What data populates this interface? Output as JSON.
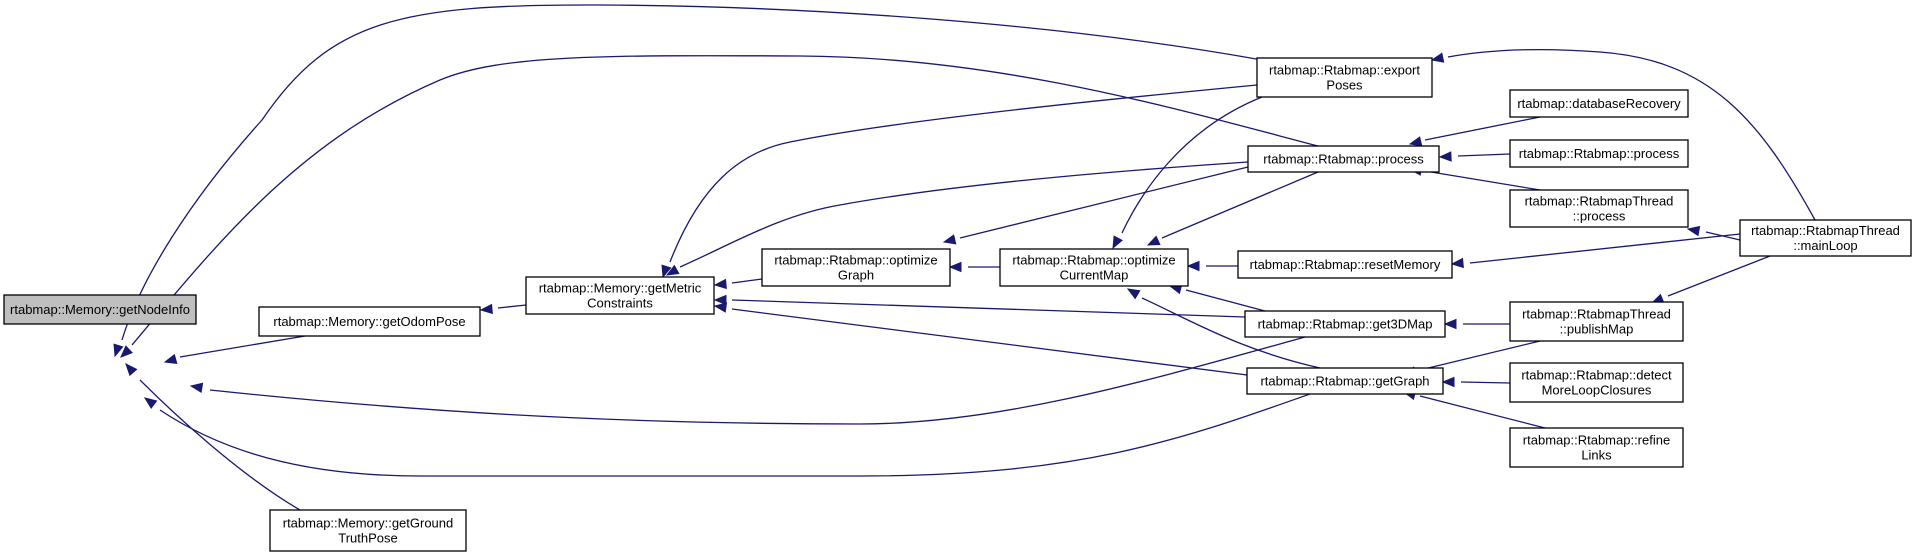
{
  "graph": {
    "title": "",
    "colors": {
      "edge": "#191970",
      "node_border": "#000000",
      "node_fill": "#ffffff",
      "focus_fill": "#bfbfbf"
    },
    "nodes": [
      {
        "id": "getNodeInfo",
        "lines": [
          "rtabmap::Memory::getNodeInfo"
        ],
        "focus": true
      },
      {
        "id": "getOdomPose",
        "lines": [
          "rtabmap::Memory::getOdomPose"
        ]
      },
      {
        "id": "getGroundTruthPose",
        "lines": [
          "rtabmap::Memory::getGround",
          "TruthPose"
        ]
      },
      {
        "id": "getMetricConstraints",
        "lines": [
          "rtabmap::Memory::getMetric",
          "Constraints"
        ]
      },
      {
        "id": "optimizeGraph",
        "lines": [
          "rtabmap::Rtabmap::optimize",
          "Graph"
        ]
      },
      {
        "id": "optimizeCurrentMap",
        "lines": [
          "rtabmap::Rtabmap::optimize",
          "CurrentMap"
        ]
      },
      {
        "id": "exportPoses",
        "lines": [
          "rtabmap::Rtabmap::export",
          "Poses"
        ]
      },
      {
        "id": "process",
        "lines": [
          "rtabmap::Rtabmap::process"
        ]
      },
      {
        "id": "resetMemory",
        "lines": [
          "rtabmap::Rtabmap::resetMemory"
        ]
      },
      {
        "id": "get3DMap",
        "lines": [
          "rtabmap::Rtabmap::get3DMap"
        ]
      },
      {
        "id": "getGraph",
        "lines": [
          "rtabmap::Rtabmap::getGraph"
        ]
      },
      {
        "id": "databaseRecovery",
        "lines": [
          "rtabmap::databaseRecovery"
        ]
      },
      {
        "id": "process2",
        "lines": [
          "rtabmap::Rtabmap::process"
        ]
      },
      {
        "id": "threadProcess",
        "lines": [
          "rtabmap::RtabmapThread",
          "::process"
        ]
      },
      {
        "id": "publishMap",
        "lines": [
          "rtabmap::RtabmapThread",
          "::publishMap"
        ]
      },
      {
        "id": "detectMoreLoopClosures",
        "lines": [
          "rtabmap::Rtabmap::detect",
          "MoreLoopClosures"
        ]
      },
      {
        "id": "refineLinks",
        "lines": [
          "rtabmap::Rtabmap::refine",
          "Links"
        ]
      },
      {
        "id": "mainLoop",
        "lines": [
          "rtabmap::RtabmapThread",
          "::mainLoop"
        ]
      }
    ],
    "edges": [
      {
        "from": "getOdomPose",
        "to": "getNodeInfo"
      },
      {
        "from": "getGroundTruthPose",
        "to": "getNodeInfo"
      },
      {
        "from": "exportPoses",
        "to": "getNodeInfo"
      },
      {
        "from": "process",
        "to": "getNodeInfo"
      },
      {
        "from": "get3DMap",
        "to": "getNodeInfo"
      },
      {
        "from": "getGraph",
        "to": "getNodeInfo"
      },
      {
        "from": "getMetricConstraints",
        "to": "getOdomPose"
      },
      {
        "from": "optimizeGraph",
        "to": "getMetricConstraints"
      },
      {
        "from": "exportPoses",
        "to": "getMetricConstraints"
      },
      {
        "from": "process",
        "to": "getMetricConstraints"
      },
      {
        "from": "get3DMap",
        "to": "getMetricConstraints"
      },
      {
        "from": "getGraph",
        "to": "getMetricConstraints"
      },
      {
        "from": "optimizeCurrentMap",
        "to": "optimizeGraph"
      },
      {
        "from": "process",
        "to": "optimizeGraph"
      },
      {
        "from": "exportPoses",
        "to": "optimizeCurrentMap"
      },
      {
        "from": "process",
        "to": "optimizeCurrentMap"
      },
      {
        "from": "resetMemory",
        "to": "optimizeCurrentMap"
      },
      {
        "from": "get3DMap",
        "to": "optimizeCurrentMap"
      },
      {
        "from": "getGraph",
        "to": "optimizeCurrentMap"
      },
      {
        "from": "mainLoop",
        "to": "exportPoses"
      },
      {
        "from": "databaseRecovery",
        "to": "process"
      },
      {
        "from": "process2",
        "to": "process"
      },
      {
        "from": "threadProcess",
        "to": "process"
      },
      {
        "from": "mainLoop",
        "to": "resetMemory"
      },
      {
        "from": "publishMap",
        "to": "get3DMap"
      },
      {
        "from": "publishMap",
        "to": "getGraph"
      },
      {
        "from": "detectMoreLoopClosures",
        "to": "getGraph"
      },
      {
        "from": "refineLinks",
        "to": "getGraph"
      },
      {
        "from": "mainLoop",
        "to": "threadProcess"
      },
      {
        "from": "mainLoop",
        "to": "publishMap"
      }
    ]
  }
}
